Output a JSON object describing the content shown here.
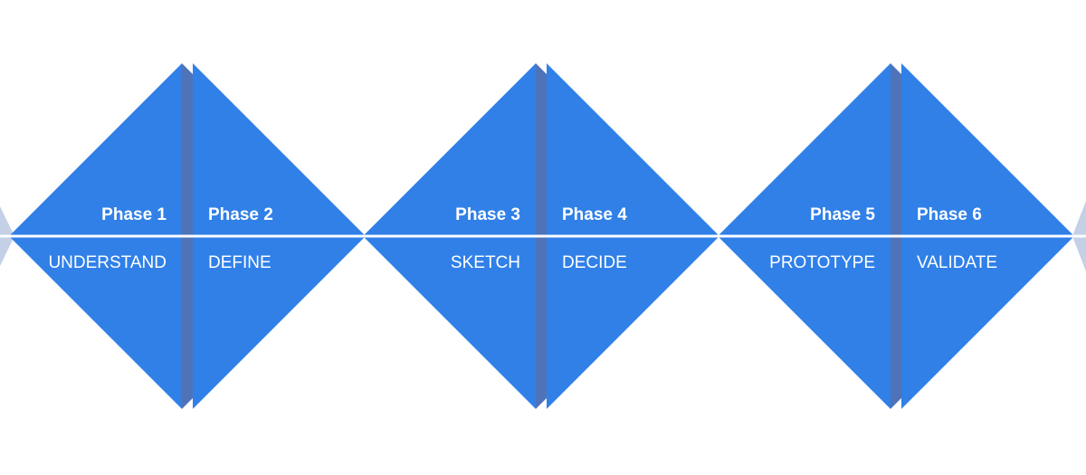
{
  "colors": {
    "background": "#ffffff",
    "triangle": "#3080e8",
    "overlap": "#4f73b8",
    "edge_faded": "#c3d0e6",
    "divider": "#ffffff",
    "text": "#ffffff"
  },
  "phases": [
    {
      "number": "Phase 1",
      "name": "UNDERSTAND",
      "direction": "left"
    },
    {
      "number": "Phase 2",
      "name": "DEFINE",
      "direction": "right"
    },
    {
      "number": "Phase 3",
      "name": "SKETCH",
      "direction": "left"
    },
    {
      "number": "Phase 4",
      "name": "DECIDE",
      "direction": "right"
    },
    {
      "number": "Phase 5",
      "name": "PROTOTYPE",
      "direction": "left"
    },
    {
      "number": "Phase 6",
      "name": "VALIDATE",
      "direction": "right"
    }
  ]
}
